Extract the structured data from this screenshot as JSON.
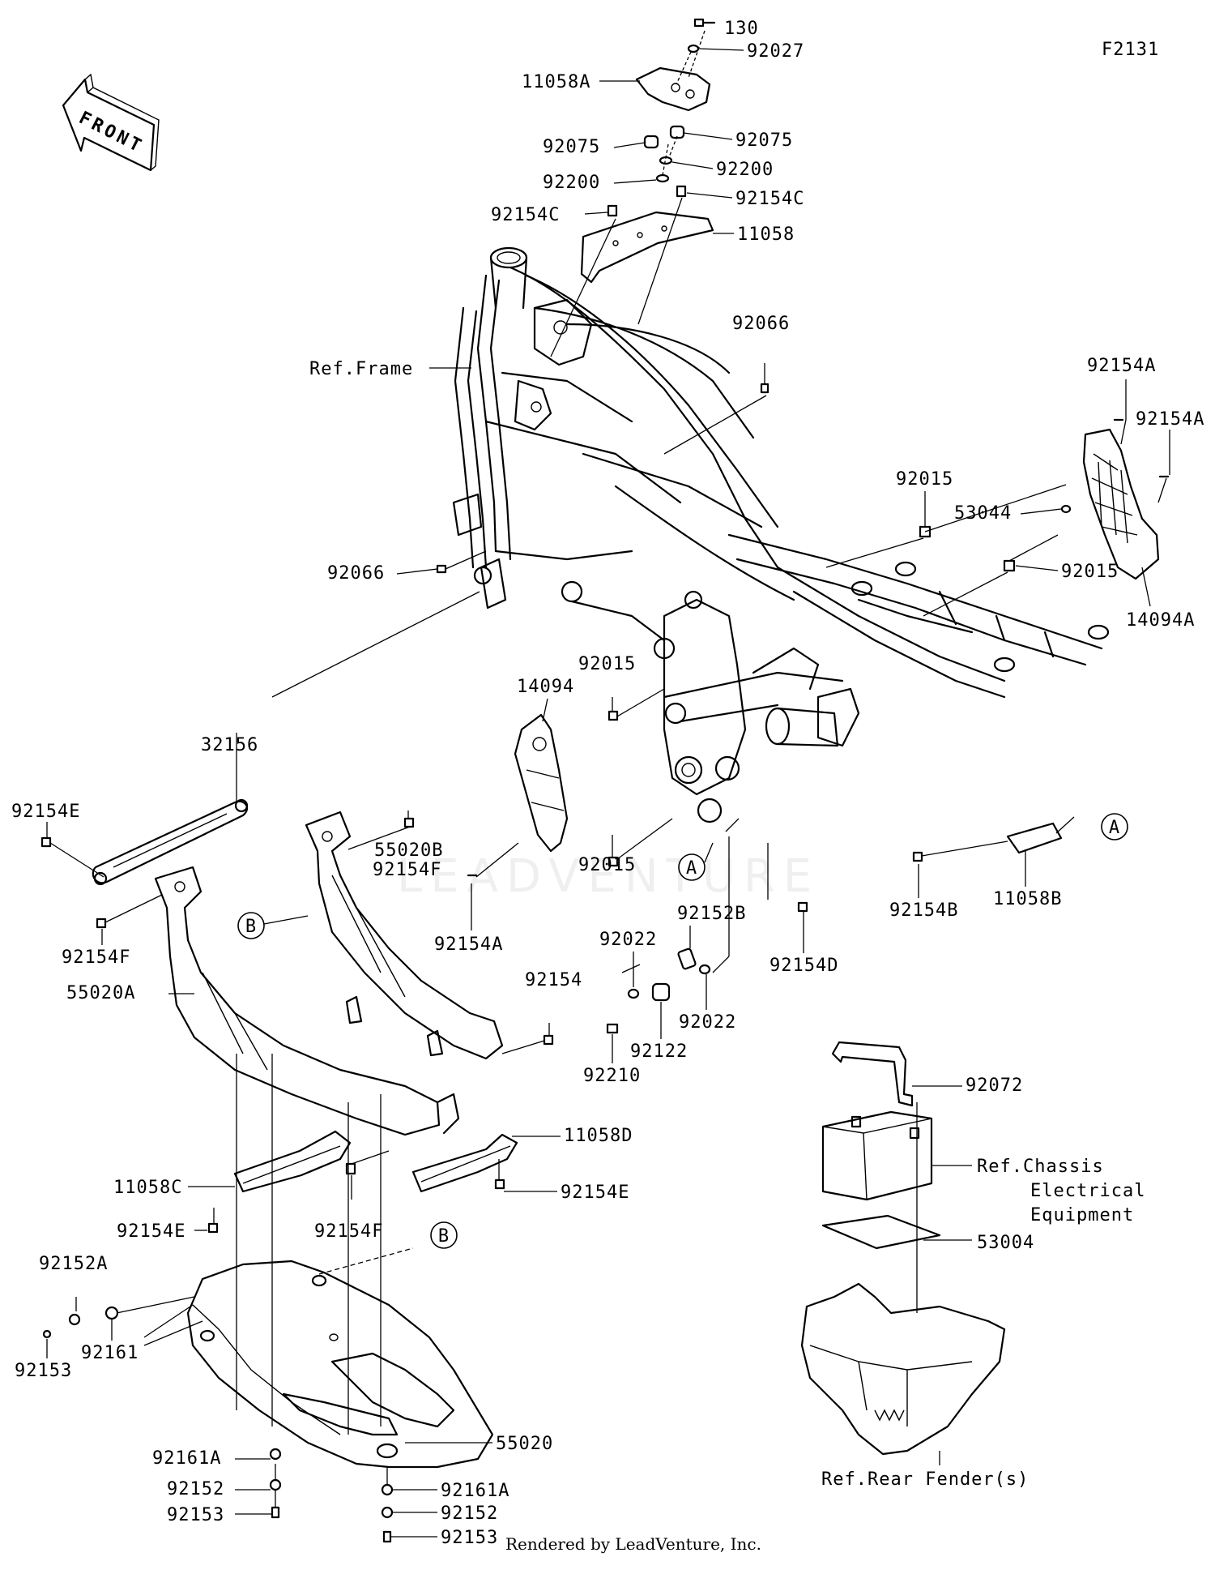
{
  "diagram_id": "F2131",
  "front_arrow_label": "FRONT",
  "footer": "Rendered by LeadVenture, Inc.",
  "watermark": "LEADVENTURE",
  "circle_markers": {
    "a": "A",
    "b": "B"
  },
  "labels": {
    "p130": "130",
    "p92027": "92027",
    "p11058A": "11058A",
    "p92075_left": "92075",
    "p92075_right": "92075",
    "p92200_right": "92200",
    "p92200_left": "92200",
    "p92154C_right": "92154C",
    "p92154C_left": "92154C",
    "p11058": "11058",
    "ref_frame": "Ref.Frame",
    "p92066_top": "92066",
    "p92154A_top1": "92154A",
    "p92154A_top2": "92154A",
    "p92015_mid": "92015",
    "p53044": "53044",
    "p92015_right": "92015",
    "p14094A": "14094A",
    "p92066_left": "92066",
    "p92015_center": "92015",
    "p14094": "14094",
    "p32156": "32156",
    "p92154E_top": "92154E",
    "p92154F_top": "92154F",
    "p55020B": "55020B",
    "p92015_lower": "92015",
    "p92154A_lower": "92154A",
    "p92154B": "92154B",
    "p11058B": "11058B",
    "p92152B": "92152B",
    "p92022_left": "92022",
    "p92154D": "92154D",
    "p92154F_left": "92154F",
    "p92154": "92154",
    "p92022_right": "92022",
    "p55020A": "55020A",
    "p92210": "92210",
    "p92122": "92122",
    "p92072": "92072",
    "p11058D": "11058D",
    "p11058C": "11058C",
    "p92154E_right": "92154E",
    "ref_chassis_1": "Ref.Chassis",
    "ref_chassis_2": "Electrical",
    "ref_chassis_3": "Equipment",
    "p92154E_left": "92154E",
    "p92154F_bottom": "92154F",
    "p53004": "53004",
    "p92152A": "92152A",
    "p92153_left": "92153",
    "p92161": "92161",
    "p55020": "55020",
    "p92161A_left": "92161A",
    "p92152_left": "92152",
    "p92153_bottom": "92153",
    "p92161A_bottom": "92161A",
    "p92152_bottom": "92152",
    "p92153_bottom2": "92153",
    "ref_rear_fender": "Ref.Rear Fender(s)"
  }
}
